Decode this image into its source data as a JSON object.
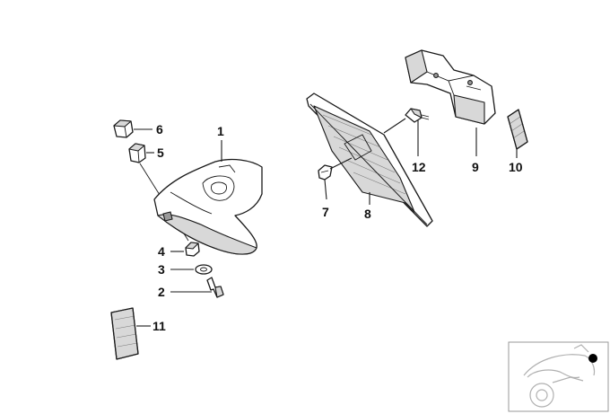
{
  "diagram": {
    "callouts": [
      {
        "id": "c1",
        "label": "1"
      },
      {
        "id": "c2",
        "label": "2"
      },
      {
        "id": "c3",
        "label": "3"
      },
      {
        "id": "c4",
        "label": "4"
      },
      {
        "id": "c5",
        "label": "5"
      },
      {
        "id": "c6",
        "label": "6"
      },
      {
        "id": "c7",
        "label": "7"
      },
      {
        "id": "c8",
        "label": "8"
      },
      {
        "id": "c9",
        "label": "9"
      },
      {
        "id": "c10",
        "label": "10"
      },
      {
        "id": "c11",
        "label": "11"
      },
      {
        "id": "c12",
        "label": "12"
      }
    ],
    "locator": {
      "marker_color": "#000000"
    }
  }
}
